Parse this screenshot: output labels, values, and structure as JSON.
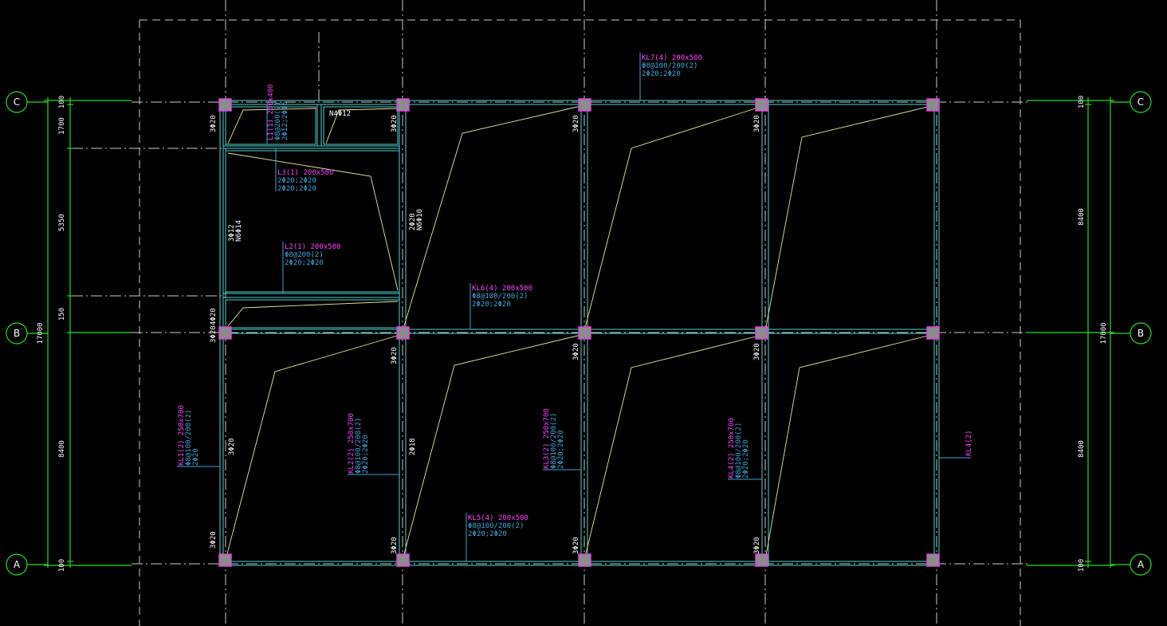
{
  "grid": {
    "rows": [
      "C",
      "B",
      "A"
    ]
  },
  "dimensions": {
    "left": [
      "100",
      "1700",
      "5350",
      "150",
      "17000",
      "8400",
      "100"
    ],
    "right": [
      "100",
      "8400",
      "17000",
      "8400",
      "100"
    ]
  },
  "beams": {
    "kl7": {
      "title": "KL7(4) 200x500",
      "line1": "Φ8@100/200(2)",
      "line2": "2Φ20;2Φ20"
    },
    "l1": {
      "title": "L1(1) 200x400",
      "line1": "Φ8@200(2)",
      "line2": "2Φ12;2Φ16"
    },
    "l3": {
      "title": "L3(1) 200x500",
      "line1": "2Φ20;2Φ20",
      "line2": "2Φ20;2Φ20"
    },
    "l2": {
      "title": "L2(1) 200x500",
      "line1": "Φ8@200(2)",
      "line2": "2Φ20;2Φ20"
    },
    "kl6": {
      "title": "KL6(4) 200x500",
      "line1": "Φ8@100/200(2)",
      "line2": "2Φ20;2Φ20"
    },
    "kl5": {
      "title": "KL5(4) 200x500",
      "line1": "Φ8@100/200(2)",
      "line2": "2Φ20;2Φ20"
    },
    "kl1": {
      "title": "KL1(2) 250x700",
      "line1": "Φ8@100/200(2)",
      "line2": "2Φ20"
    },
    "kl2": {
      "title": "KL2(2) 250x700",
      "line1": "Φ8@100/200(2)",
      "line2": "2Φ20;2Φ20"
    },
    "kl3": {
      "title": "KL3(2) 250x700",
      "line1": "Φ8@100/200(2)",
      "line2": "2Φ20;2Φ20"
    },
    "kl4": {
      "title": "KL4(2) 250x700",
      "line1": "Φ8@100/200(2)",
      "line2": "2Φ20;2Φ20"
    },
    "kl4r": {
      "title": "KL4(2)"
    }
  },
  "rebar_labels": {
    "r1": "3Φ20",
    "r2": "3Φ20",
    "r3": "3Φ20",
    "r4": "3Φ20",
    "r5": "4Φ20",
    "r6": "3Φ20",
    "r7": "3Φ20",
    "r8": "3Φ20",
    "r9": "3Φ20",
    "r10": "2Φ18",
    "r11": "3Φ20",
    "r12": "3Φ20",
    "r13": "3Φ20",
    "r14": "3Φ20",
    "r15": "3Φ20",
    "n1": "N4Φ12",
    "n2": "2Φ20",
    "n3": "N6Φ10",
    "n4": "3Φ12",
    "n5": "N6Φ14"
  }
}
